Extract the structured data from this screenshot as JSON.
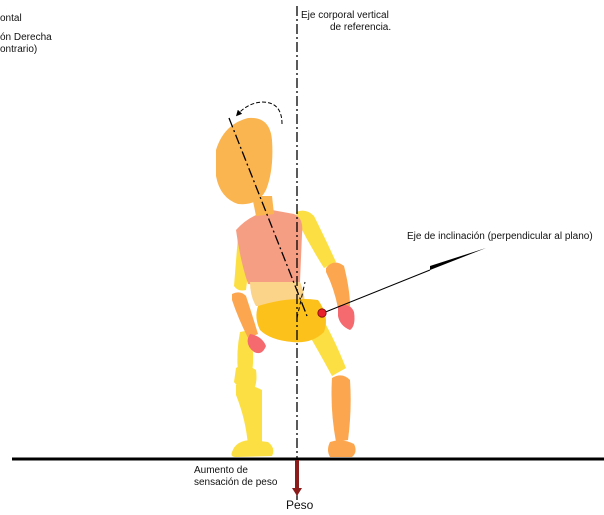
{
  "labels": {
    "top_left_1": "ontal",
    "top_left_2": "ón Derecha",
    "top_left_3": "ontrario)",
    "vertical_axis_1": "Eje corporal vertical",
    "vertical_axis_2": "de referencia.",
    "tilt_axis": "Eje de inclinación (perpendicular al plano)",
    "weight_1": "Aumento de",
    "weight_2": "sensación de peso",
    "weight_arrow": "Peso"
  },
  "colors": {
    "head": "#fbb550",
    "torso": "#f69e83",
    "abdomen": "#fbd48a",
    "pelvis": "#fdc11b",
    "limb_light": "#fce043",
    "limb_orange": "#fca750",
    "hands": "#f46a6f",
    "pivot": "#e8202a",
    "arrow": "#8b1a1a",
    "lines": "#000000"
  }
}
